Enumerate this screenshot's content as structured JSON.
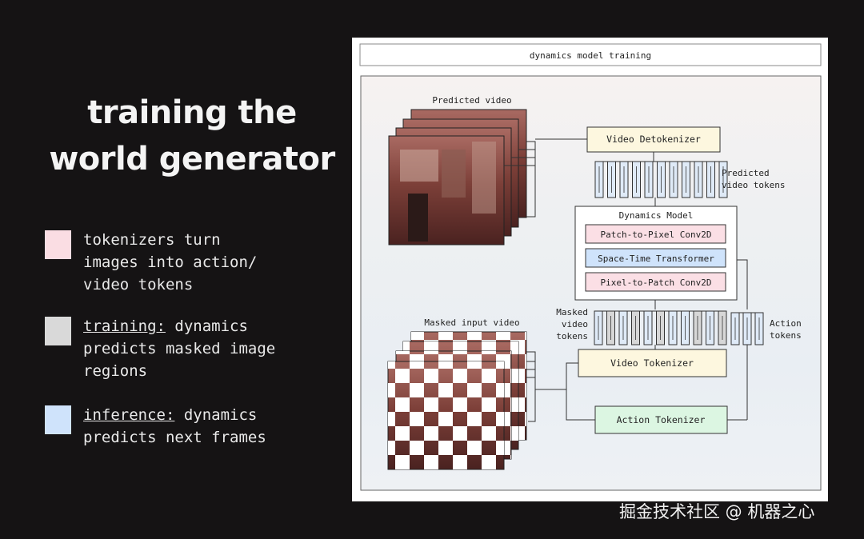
{
  "title": [
    "training the",
    "world generator"
  ],
  "legend": [
    {
      "color": "#fadde3",
      "lead": "",
      "rest": [
        "tokenizers turn",
        "images into action/",
        "video tokens"
      ]
    },
    {
      "color": "#d9d9d9",
      "lead": "training:",
      "rest": [
        " dynamics",
        "predicts masked image",
        "regions"
      ]
    },
    {
      "color": "#cfe3fb",
      "lead": "inference:",
      "rest": [
        " dynamics",
        "predicts next frames"
      ]
    }
  ],
  "diagram": {
    "header": "dynamics model training",
    "predicted_video_label": "Predicted video",
    "masked_input_label": "Masked input video",
    "video_detokenizer": "Video Detokenizer",
    "predicted_tokens_label": [
      "Predicted",
      "video tokens"
    ],
    "dynamics_model": {
      "title": "Dynamics Model",
      "layers": [
        "Patch-to-Pixel Conv2D",
        "Space-Time Transformer",
        "Pixel-to-Patch Conv2D"
      ]
    },
    "masked_tokens_label": [
      "Masked",
      "video",
      "tokens"
    ],
    "action_tokens_label": [
      "Action",
      "tokens"
    ],
    "video_tokenizer": "Video Tokenizer",
    "action_tokenizer": "Action Tokenizer",
    "colors": {
      "pink": "#fbdfe5",
      "blue": "#cfe3fb",
      "yellow": "#fdf7df",
      "green": "#dcf6e2",
      "token": "#dfeaf7",
      "masked_token": "#d7d7d7"
    }
  },
  "watermark": "掘金技术社区 @ 机器之心"
}
